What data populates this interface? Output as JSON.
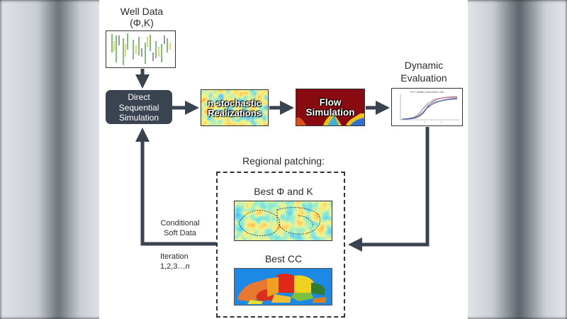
{
  "nodes": {
    "well_data": {
      "line1": "Well Data",
      "line2": "(Φ,K)"
    },
    "dss": {
      "line1": "Direct",
      "line2": "Sequential",
      "line3": "Simulation"
    },
    "realizations": {
      "line1": "n stochastic",
      "line2": "Realizations"
    },
    "flow": {
      "line1": "Flow",
      "line2": "Simulation"
    },
    "dynamic": {
      "line1": "Dynamic",
      "line2": "Evaluation",
      "chart_title": "FHT Water production rate"
    },
    "patching": {
      "title": "Regional patching:",
      "best_phik": "Best Φ and K",
      "best_cc": "Best CC"
    }
  },
  "loop": {
    "soft_data_line1": "Conditional",
    "soft_data_line2": "Soft Data",
    "iteration_line1": "Iteration",
    "iteration_prefix": "1,2,3…",
    "iteration_var": "n"
  },
  "colors": {
    "arrow": "#3a4350",
    "dss_box": "#3a4350",
    "dashed_border": "#333333"
  }
}
